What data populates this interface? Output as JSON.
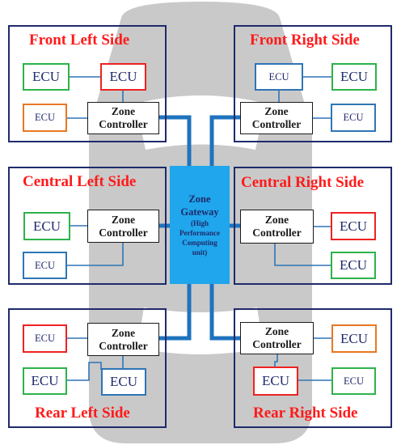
{
  "colors": {
    "zone_border": "#1f2a6b",
    "title_red": "#ff1a1a",
    "ecu_green": "#2db34a",
    "ecu_red": "#ee2222",
    "ecu_blue": "#2e75b6",
    "ecu_orange": "#e87722",
    "gateway_fill": "#1fa6ec",
    "network_line": "#1e73be",
    "car_silhouette": "#c9c9c9"
  },
  "gateway": {
    "line1": "Zone",
    "line2": "Gateway",
    "line3": "(High",
    "line4": "Performance",
    "line5": "Computing",
    "line6": "unit)"
  },
  "zones": {
    "front_left": {
      "title": "Front Left Side",
      "controller": {
        "line1": "Zone",
        "line2": "Controller"
      },
      "ecus": [
        {
          "label": "ECU",
          "color": "green",
          "size": "big"
        },
        {
          "label": "ECU",
          "color": "red",
          "size": "big"
        },
        {
          "label": "ECU",
          "color": "orange",
          "size": "small"
        }
      ]
    },
    "front_right": {
      "title": "Front Right Side",
      "controller": {
        "line1": "Zone",
        "line2": "Controller"
      },
      "ecus": [
        {
          "label": "ECU",
          "color": "blue",
          "size": "small"
        },
        {
          "label": "ECU",
          "color": "green",
          "size": "big"
        },
        {
          "label": "ECU",
          "color": "blue",
          "size": "small"
        }
      ]
    },
    "central_left": {
      "title": "Central Left Side",
      "controller": {
        "line1": "Zone",
        "line2": "Controller"
      },
      "ecus": [
        {
          "label": "ECU",
          "color": "green",
          "size": "big"
        },
        {
          "label": "ECU",
          "color": "blue",
          "size": "small"
        }
      ]
    },
    "central_right": {
      "title": "Central Right Side",
      "controller": {
        "line1": "Zone",
        "line2": "Controller"
      },
      "ecus": [
        {
          "label": "ECU",
          "color": "red",
          "size": "big"
        },
        {
          "label": "ECU",
          "color": "green",
          "size": "big"
        }
      ]
    },
    "rear_left": {
      "title": "Rear Left Side",
      "controller": {
        "line1": "Zone",
        "line2": "Controller"
      },
      "ecus": [
        {
          "label": "ECU",
          "color": "red",
          "size": "small"
        },
        {
          "label": "ECU",
          "color": "green",
          "size": "big"
        },
        {
          "label": "ECU",
          "color": "blue",
          "size": "big"
        }
      ]
    },
    "rear_right": {
      "title": "Rear Right Side",
      "controller": {
        "line1": "Zone",
        "line2": "Controller"
      },
      "ecus": [
        {
          "label": "ECU",
          "color": "orange",
          "size": "big"
        },
        {
          "label": "ECU",
          "color": "red",
          "size": "big"
        },
        {
          "label": "ECU",
          "color": "green",
          "size": "small"
        }
      ]
    }
  }
}
